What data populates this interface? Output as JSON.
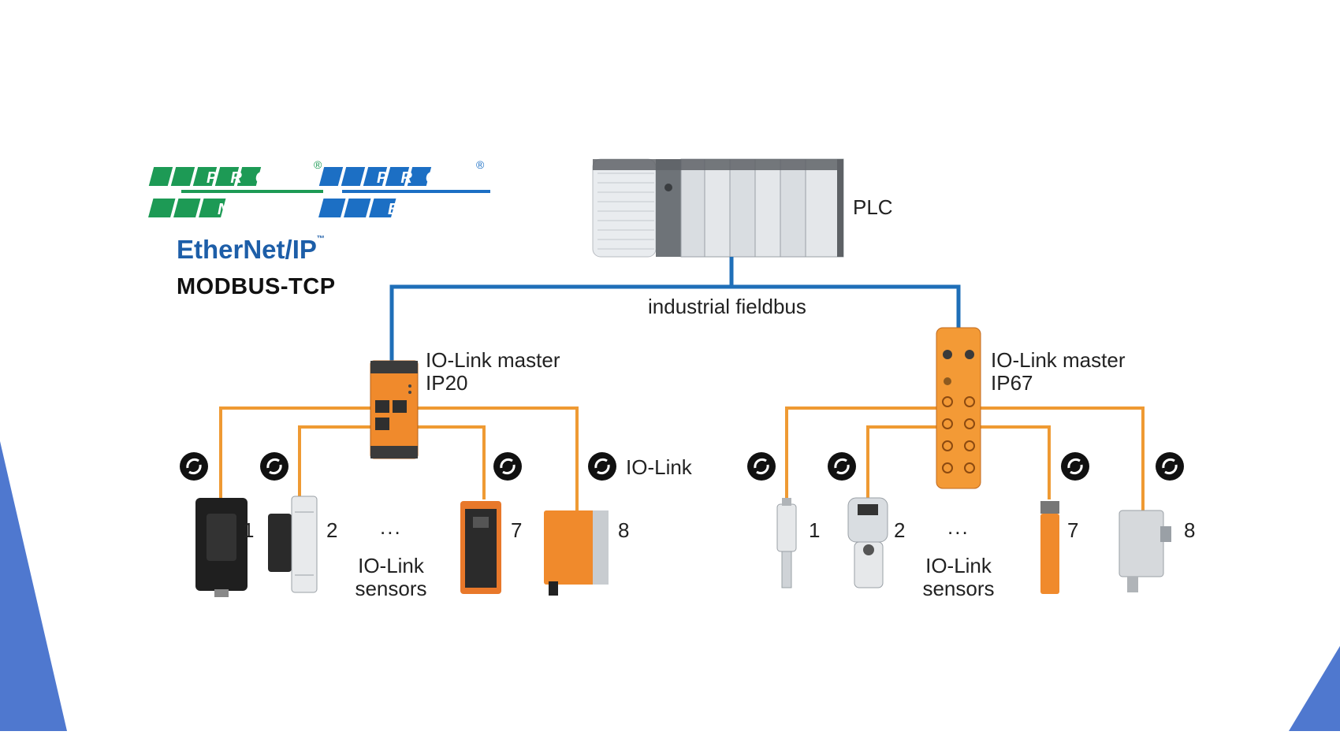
{
  "plc": {
    "label": "PLC"
  },
  "fieldbus": {
    "label": "industrial fieldbus"
  },
  "logos": {
    "profinet_top": "PROFI",
    "profinet_bottom": "NET",
    "profibus_top": "PROFI",
    "profibus_bottom": "BUS",
    "registered": "®",
    "ethernet_ip": "EtherNet/IP",
    "ethernet_ip_tm": "™",
    "modbus": "MODBUS-TCP"
  },
  "left_master": {
    "line1": "IO-Link master",
    "line2": "IP20"
  },
  "right_master": {
    "line1": "IO-Link master",
    "line2": "IP67"
  },
  "io_link_label": "IO-Link",
  "left_sensors": {
    "numbers": [
      "1",
      "2",
      "7",
      "8"
    ],
    "ellipsis": "...",
    "caption_line1": "IO-Link",
    "caption_line2": "sensors"
  },
  "right_sensors": {
    "numbers": [
      "1",
      "2",
      "7",
      "8"
    ],
    "ellipsis": "...",
    "caption_line1": "IO-Link",
    "caption_line2": "sensors"
  },
  "colors": {
    "fieldbus_line": "#1f6fb8",
    "iolink_line": "#ef9a33",
    "master_orange": "#f08a2c",
    "profinet_green": "#1d9a55",
    "profibus_blue": "#1c6fc4",
    "corner_blue": "#4f78cf"
  }
}
